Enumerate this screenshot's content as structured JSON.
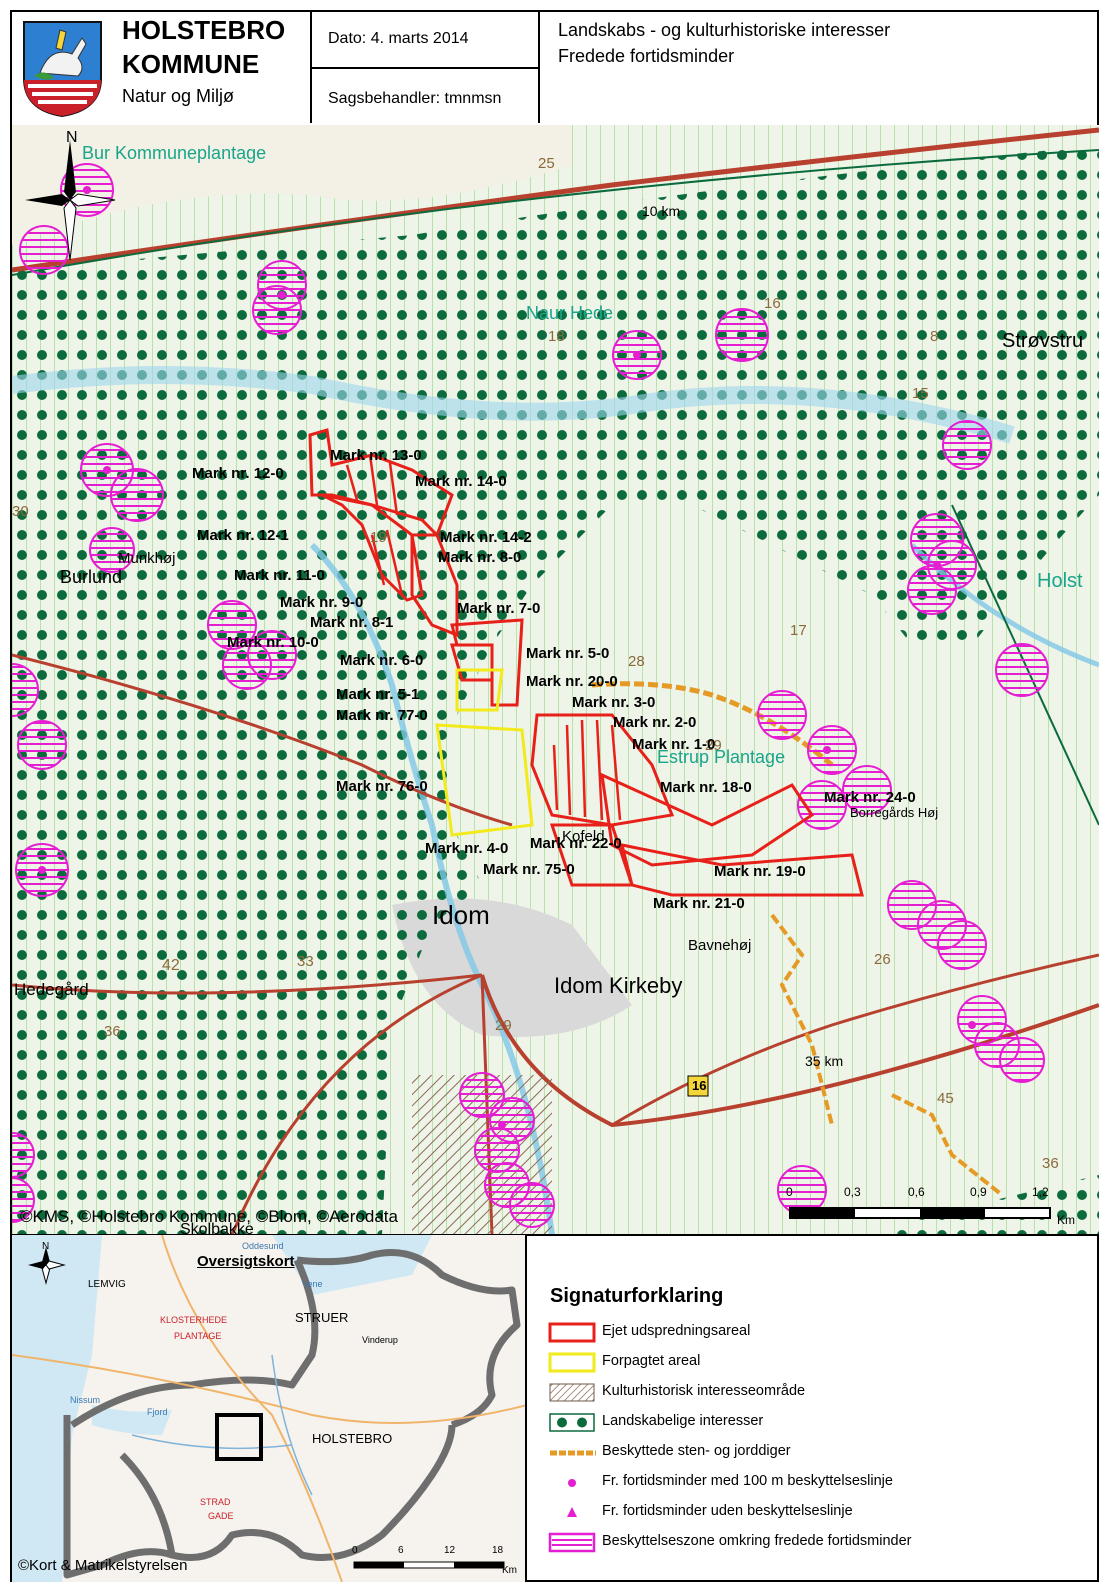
{
  "header": {
    "municipality_line1": "HOLSTEBRO",
    "municipality_line2": "KOMMUNE",
    "department": "Natur og Miljø",
    "date": "Dato: 4. marts 2014",
    "case_officer": "Sagsbehandler: tmnmsn",
    "title_line1": "Landskabs - og kulturhistoriske interesser",
    "title_line2": "Fredede fortidsminder"
  },
  "map": {
    "place_labels": {
      "bur": "Bur Kommuneplantage",
      "naur": "Naur Hede",
      "strovstru": "Strøvstru",
      "holst": "Holst",
      "munkhoj": "Munkhøj",
      "burlund": "Burlund",
      "estrup": "Estrup Plantage",
      "idom": "Idom",
      "idom_kirkeby": "Idom Kirkeby",
      "hedegard": "Hedegård",
      "bavnehoj": "Bavnehøj",
      "kofeld": "Kofeld",
      "skolbakke": "Skolbakke",
      "brgeraphoj": "Borregårds Høj",
      "km10": "10 km",
      "km35": "35 km",
      "road16": "16"
    },
    "numbers": [
      "25",
      "18",
      "16",
      "8",
      "15",
      "19",
      "17",
      "28",
      "29",
      "42",
      "33",
      "36",
      "29",
      "26",
      "45",
      "36",
      "30"
    ],
    "fields": [
      "Mark nr. 13-0",
      "Mark nr. 12-0",
      "Mark nr. 14-0",
      "Mark nr. 12-1",
      "Mark nr. 14-2",
      "Mark nr. 8-0",
      "Mark nr. 11-0",
      "Mark nr. 9-0",
      "Mark nr. 8-1",
      "Mark nr. 7-0",
      "Mark nr. 10-0",
      "Mark nr. 6-0",
      "Mark nr. 5-0",
      "Mark nr. 5-1",
      "Mark nr. 20-0",
      "Mark nr. 77-0",
      "Mark nr. 3-0",
      "Mark nr. 2-0",
      "Mark nr. 1-0",
      "Mark nr. 76-0",
      "Mark nr. 18-0",
      "Mark nr. 24-0",
      "Mark nr. 4-0",
      "Mark nr. 22-0",
      "Mark nr. 75-0",
      "Mark nr. 19-0",
      "Mark nr. 21-0"
    ],
    "scale_ticks": [
      "0",
      "0,3",
      "0,6",
      "0,9",
      "1,2"
    ],
    "scale_unit": "Km",
    "north": "N",
    "copyright": "©KMS, ©Holstebro Kommune, ©Blom, ©Aerodata"
  },
  "overview": {
    "title": "Oversigtskort",
    "labels": {
      "lemvig": "LEMVIG",
      "struer": "STRUER",
      "holstebro": "HOLSTEBRO",
      "klosterhede": "KLOSTERHEDE",
      "plantage": "PLANTAGE",
      "vinderup": "Vinderup",
      "nissum": "Nissum",
      "fjord": "Fjord",
      "vene": "Vene",
      "oddesund": "Oddesund",
      "strad": "STRAD",
      "gade": "GADE"
    },
    "scale_ticks": [
      "0",
      "6",
      "12",
      "18"
    ],
    "scale_unit": "Km",
    "north": "N",
    "copyright": "©Kort & Matrikelstyrelsen"
  },
  "legend": {
    "title": "Signaturforklaring",
    "items": [
      {
        "label": "Ejet udspredningsareal",
        "symbol": "red-box-icon",
        "color": "#e8201a"
      },
      {
        "label": "Forpagtet areal",
        "symbol": "yellow-box-icon",
        "color": "#f2ea1a"
      },
      {
        "label": "Kulturhistorisk interesseområde",
        "symbol": "hatched-box-icon",
        "color": "#8a6a55"
      },
      {
        "label": "Landskabelige interesser",
        "symbol": "green-dots-icon",
        "color": "#0b6b3d"
      },
      {
        "label": "Beskyttede sten- og jorddiger",
        "symbol": "orange-dashed-line-icon",
        "color": "#e49a24"
      },
      {
        "label": "Fr. fortidsminder med 100 m beskyttelseslinje",
        "symbol": "magenta-dot-icon",
        "color": "#e61ed2"
      },
      {
        "label": "Fr. fortidsminder uden beskyttelseslinje",
        "symbol": "magenta-triangle-icon",
        "color": "#e61ed2"
      },
      {
        "label": "Beskyttelseszone omkring fredede fortidsminder",
        "symbol": "magenta-hatched-box-icon",
        "color": "#e61ed2"
      }
    ]
  }
}
